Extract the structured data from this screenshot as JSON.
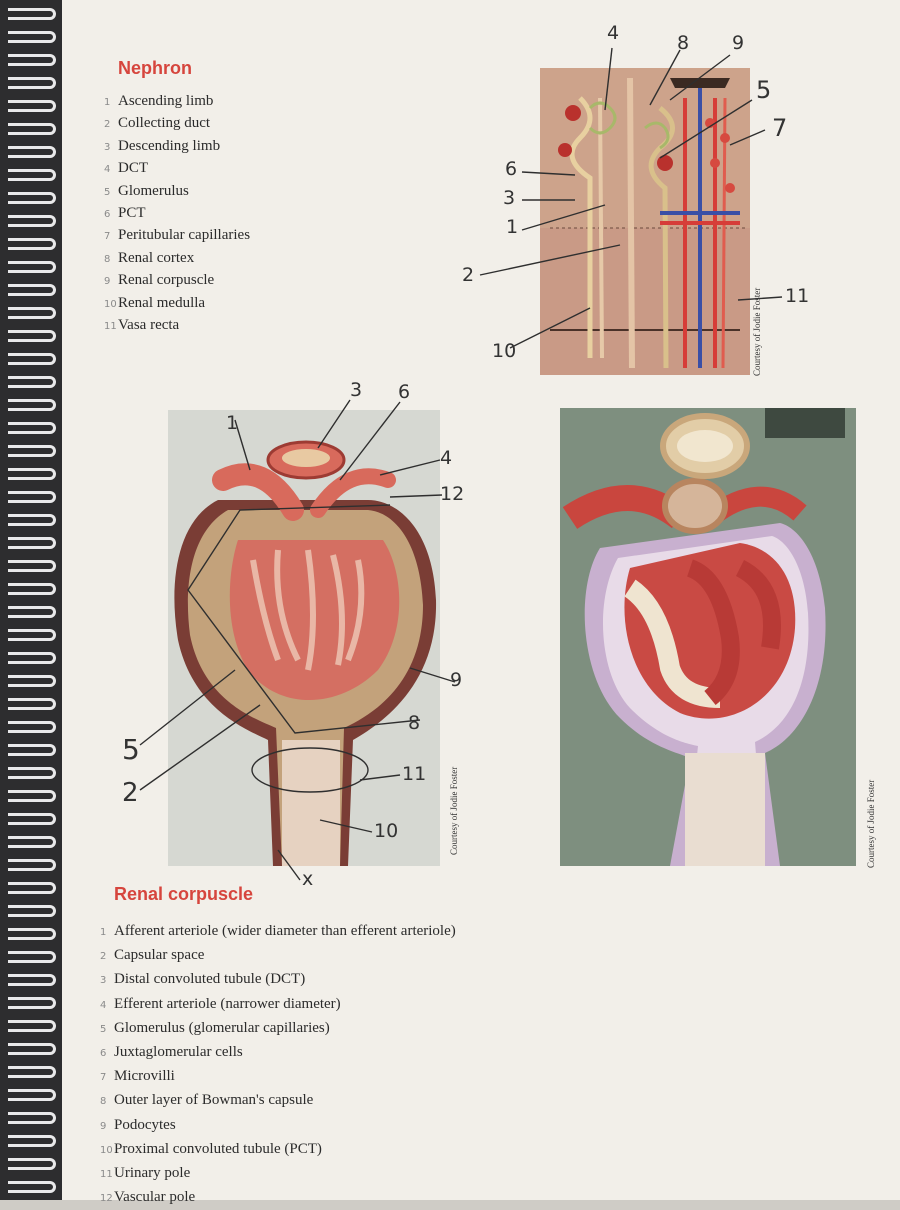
{
  "nephron": {
    "title": "Nephron",
    "items": [
      {
        "num": "1",
        "text": "Ascending limb"
      },
      {
        "num": "2",
        "text": "Collecting duct"
      },
      {
        "num": "3",
        "text": "Descending limb"
      },
      {
        "num": "4",
        "text": "DCT"
      },
      {
        "num": "5",
        "text": "Glomerulus"
      },
      {
        "num": "6",
        "text": "PCT"
      },
      {
        "num": "7",
        "text": "Peritubular capillaries"
      },
      {
        "num": "8",
        "text": "Renal cortex"
      },
      {
        "num": "9",
        "text": "Renal corpuscle"
      },
      {
        "num": "10",
        "text": "Renal medulla"
      },
      {
        "num": "11",
        "text": "Vasa recta"
      }
    ]
  },
  "corpuscle": {
    "title": "Renal corpuscle",
    "items": [
      {
        "num": "1",
        "text": "Afferent arteriole (wider diameter than efferent arteriole)"
      },
      {
        "num": "2",
        "text": "Capsular space"
      },
      {
        "num": "3",
        "text": "Distal convoluted tubule (DCT)"
      },
      {
        "num": "4",
        "text": "Efferent arteriole (narrower diameter)"
      },
      {
        "num": "5",
        "text": "Glomerulus (glomerular capillaries)"
      },
      {
        "num": "6",
        "text": "Juxtaglomerular cells"
      },
      {
        "num": "7",
        "text": "Microvilli"
      },
      {
        "num": "8",
        "text": "Outer layer of Bowman's capsule"
      },
      {
        "num": "9",
        "text": "Podocytes"
      },
      {
        "num": "10",
        "text": "Proximal convoluted tubule (PCT)"
      },
      {
        "num": "11",
        "text": "Urinary pole"
      },
      {
        "num": "12",
        "text": "Vascular pole"
      }
    ]
  },
  "credits": {
    "nephron_model": "Courtesy of Jodie Foster",
    "corpuscle_model": "Courtesy of Jodie Foster",
    "corpuscle_photo": "Courtesy of Jodie Foster"
  },
  "handwritten": {
    "nephron_labels": [
      "4",
      "8",
      "9",
      "5",
      "7",
      "6",
      "3",
      "1",
      "2",
      "10",
      "11"
    ],
    "corpuscle_labels": [
      "3",
      "6",
      "1",
      "4",
      "12",
      "9",
      "8",
      "5",
      "2",
      "11",
      "10",
      "x"
    ]
  }
}
